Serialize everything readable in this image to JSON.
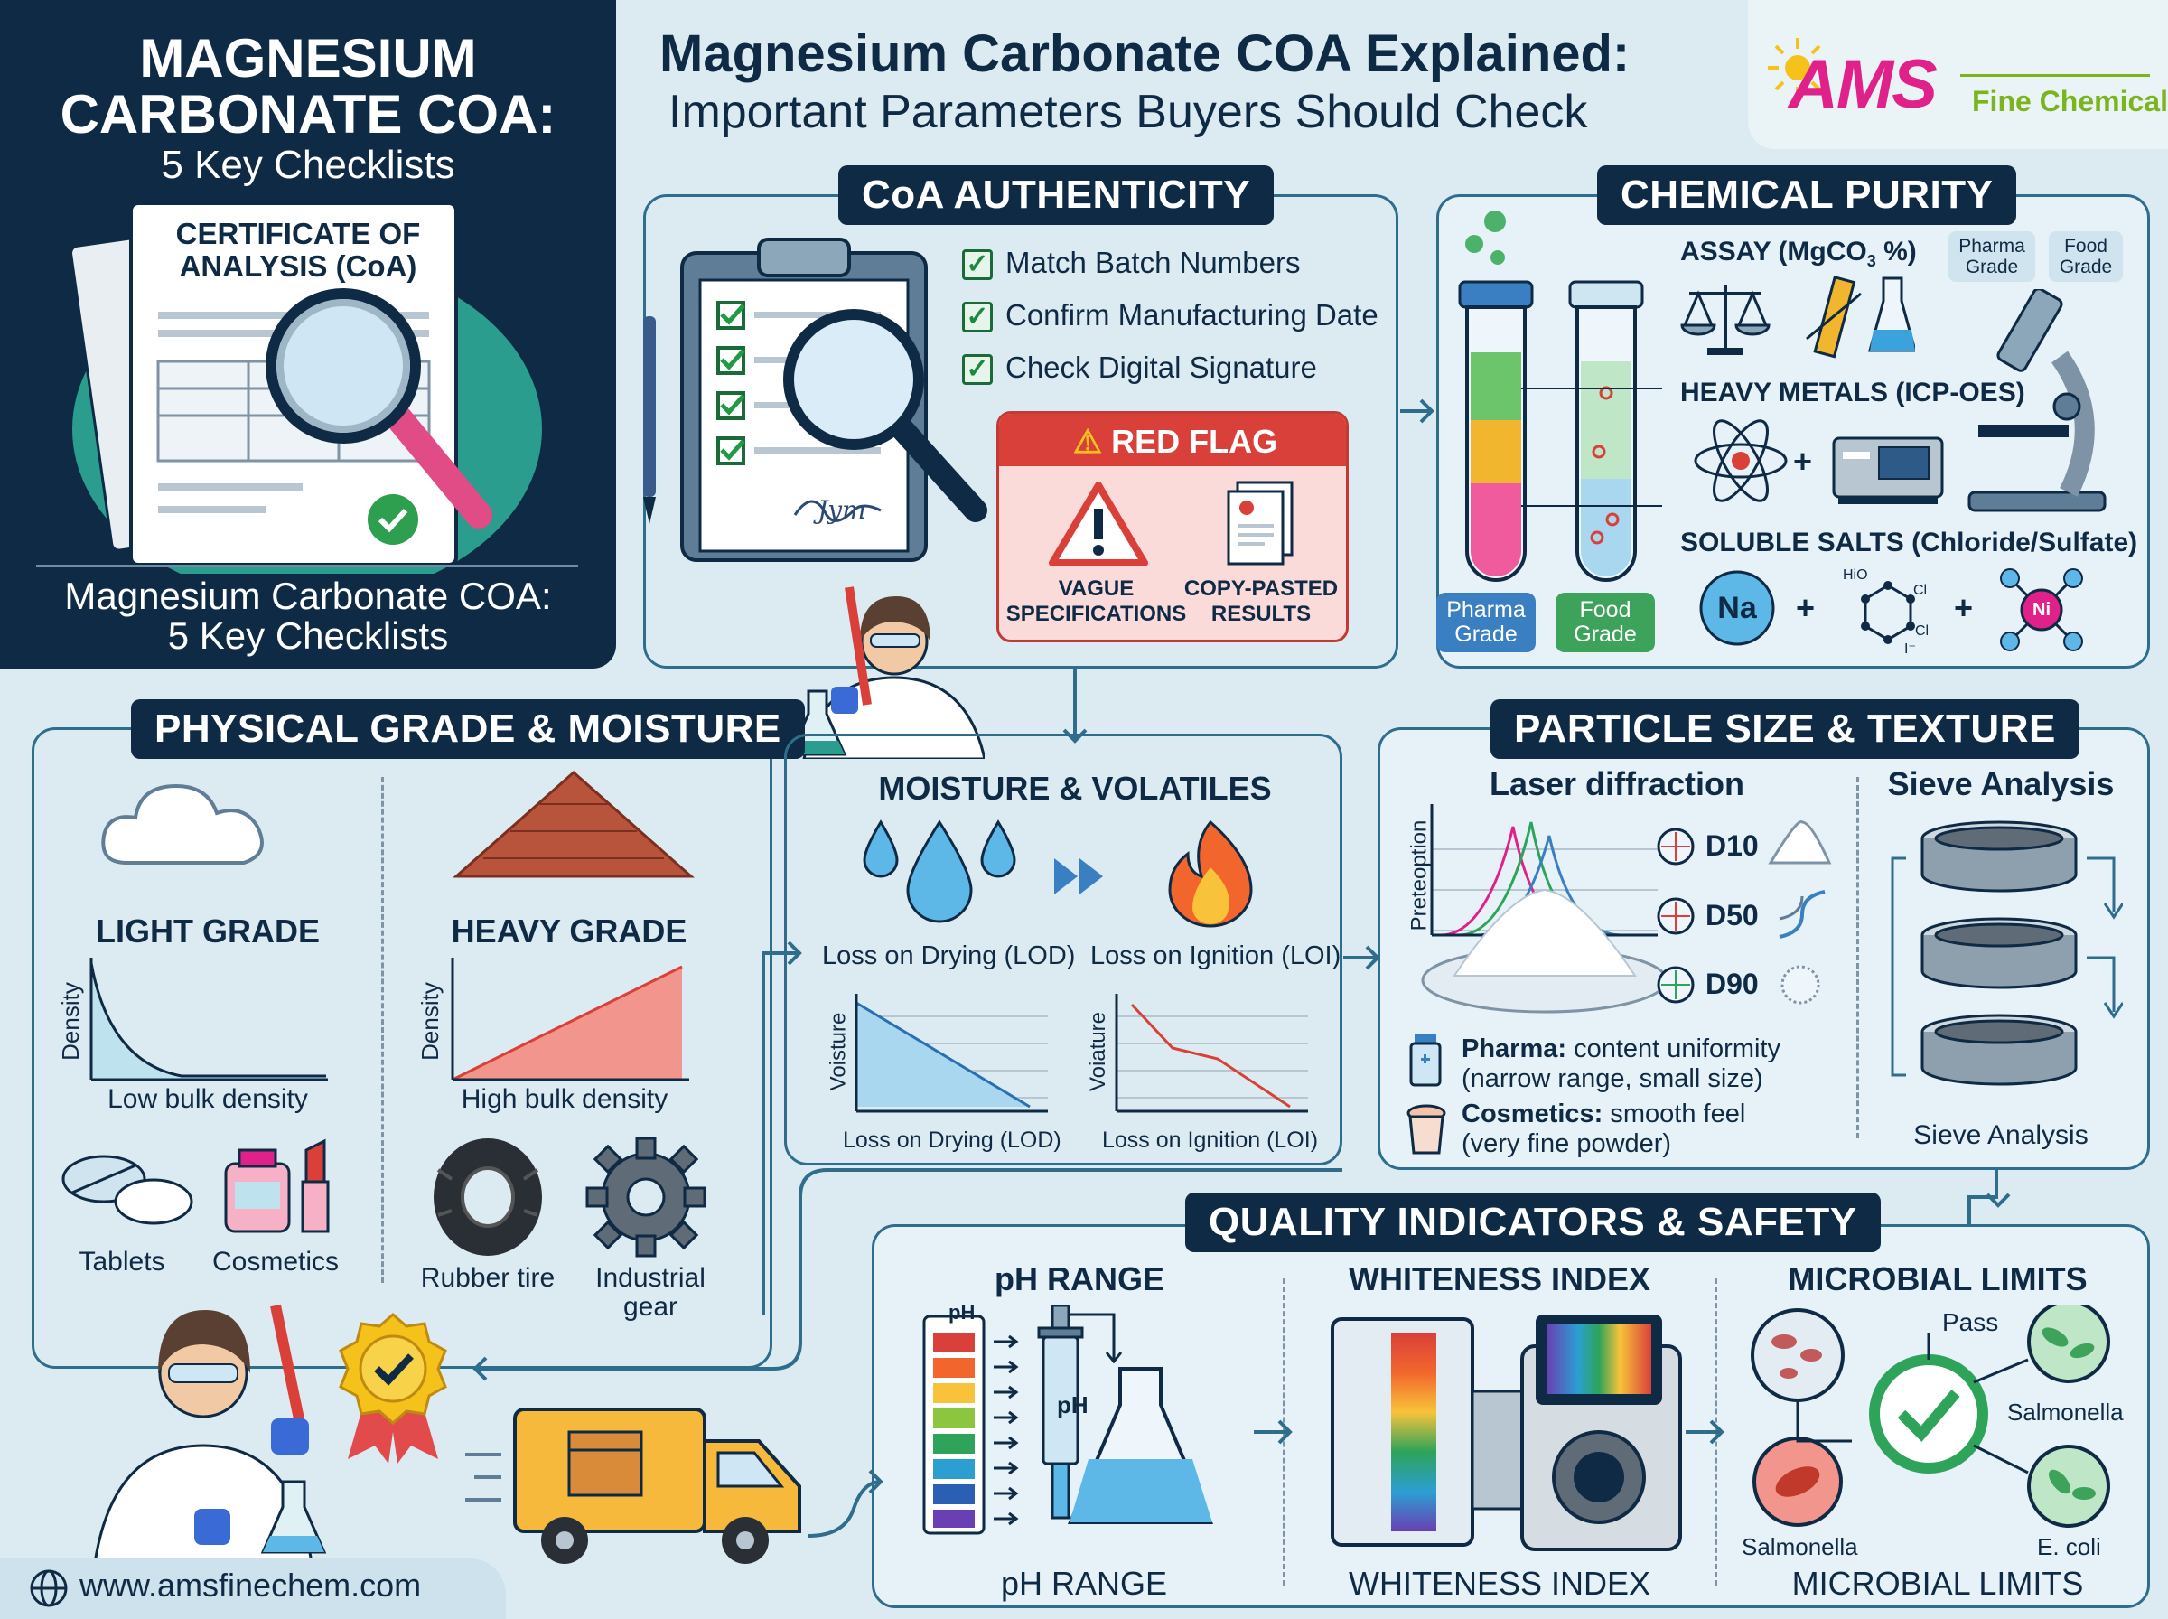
{
  "left_banner": {
    "title_line1": "MAGNESIUM",
    "title_line2": "CARBONATE COA:",
    "subtitle": "5 Key Checklists",
    "doc_title_line1": "CERTIFICATE OF",
    "doc_title_line2": "ANALYSIS (CoA)",
    "caption_line1": "Magnesium Carbonate COA:",
    "caption_line2": "5 Key Checklists"
  },
  "header": {
    "title_line1": "Magnesium Carbonate COA Explained:",
    "title_line2": "Important Parameters Buyers Should Check"
  },
  "brand": {
    "logo": "AMS",
    "name": "Fine Chemicals",
    "website": "www.amsfinechem.com"
  },
  "coa_authenticity": {
    "heading": "CoA AUTHENTICITY",
    "checks": [
      "Match Batch Numbers",
      "Confirm Manufacturing Date",
      "Check Digital Signature"
    ],
    "red_flag": {
      "title": "RED FLAG",
      "item1_line1": "VAGUE",
      "item1_line2": "SPECIFICATIONS",
      "item2_line1": "COPY-PASTED",
      "item2_line2": "RESULTS"
    },
    "signature": "Jym"
  },
  "chemical_purity": {
    "heading": "CHEMICAL PURITY",
    "assay_label": "ASSAY (MgCO",
    "assay_sub": "3",
    "assay_suffix": " %)",
    "grade_badges": [
      [
        "Pharma",
        "Grade"
      ],
      [
        "Food",
        "Grade"
      ]
    ],
    "heavy_metals": "HEAVY METALS (ICP-OES)",
    "soluble_salts": "SOLUBLE SALTS (Chloride/Sulfate)",
    "tube_labels": [
      [
        "Pharma",
        "Grade"
      ],
      [
        "Food",
        "Grade"
      ]
    ],
    "na_symbol": "Na",
    "ni_symbol": "Ni",
    "molecule_labels": [
      "HiO",
      "Cl",
      "Cl",
      "I⁻"
    ]
  },
  "physical_grade": {
    "heading": "PHYSICAL GRADE & MOISTURE",
    "light_label": "LIGHT GRADE",
    "heavy_label": "HEAVY GRADE",
    "axis_label": "Density",
    "light_caption": "Low bulk density",
    "heavy_caption": "High bulk density",
    "apps": [
      "Tablets",
      "Cosmetics",
      "Rubber tire",
      "Industrial",
      "gear"
    ]
  },
  "moisture": {
    "heading": "MOISTURE & VOLATILES",
    "lod": "Loss on Drying (LOD)",
    "loi": "Loss on Ignition (LOI)",
    "lod_axis": "Voisture",
    "loi_axis": "Voiature"
  },
  "particle_size": {
    "heading": "PARTICLE SIZE & TEXTURE",
    "laser_title": "Laser diffraction",
    "axis_label": "Preteoption",
    "d_labels": [
      "D10",
      "D50",
      "D90"
    ],
    "sieve_title": "Sieve Analysis",
    "sieve_caption": "Sieve Analysis",
    "pharma_label": "Pharma:",
    "pharma_text": " content uniformity",
    "pharma_text2": "(narrow range, small size)",
    "cosmetics_label": "Cosmetics:",
    "cosmetics_text": " smooth feel",
    "cosmetics_text2": "(very fine powder)"
  },
  "quality": {
    "heading": "QUALITY INDICATORS & SAFETY",
    "ph_title": "pH RANGE",
    "ph_caption": "pH RANGE",
    "ph_strip_label": "pH",
    "ph_syringe_label": "pH",
    "whiteness_title": "WHITENESS INDEX",
    "whiteness_caption": "WHITENESS INDEX",
    "microbial_title": "MICROBIAL LIMITS",
    "microbial_caption": "MICROBIAL LIMITS",
    "pass": "Pass",
    "organisms": [
      "Salmonella",
      "Salmonella",
      "E. coli"
    ]
  },
  "colors": {
    "navy": "#0f2a44",
    "teal": "#2a9d8f",
    "blue_line": "#2f6d8c",
    "red": "#d9403a",
    "magenta": "#e0218a",
    "green": "#7ab51d"
  }
}
